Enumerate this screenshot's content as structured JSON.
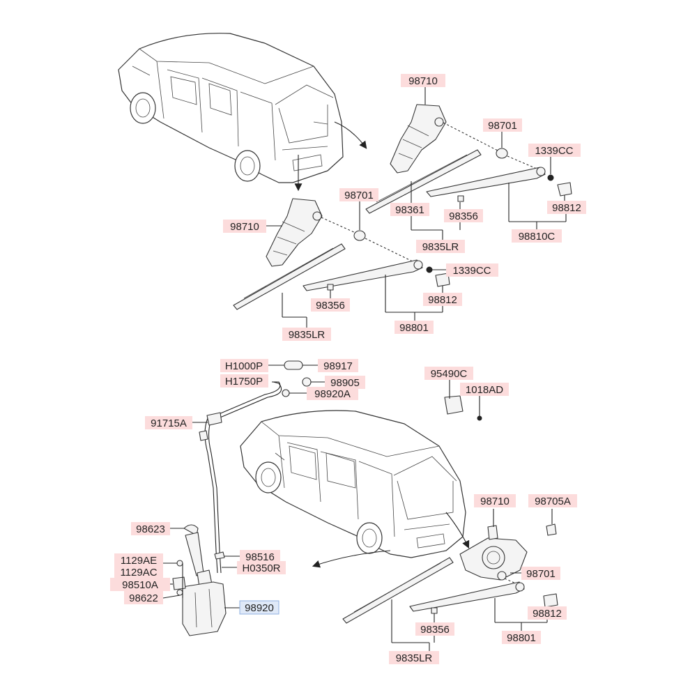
{
  "diagram": {
    "labels": {
      "top_motor": "98710",
      "top_cap": "98701",
      "top_nut": "1339CC",
      "top_blade": "98361",
      "top_clip": "98356",
      "top_blade_assy": "9835LR",
      "top_cover": "98812",
      "top_arm": "98810C",
      "mid_motor": "98710",
      "mid_cap": "98701",
      "mid_nut": "1339CC",
      "mid_cover": "98812",
      "mid_clip": "98356",
      "mid_arm": "98801",
      "mid_blade_assy": "9835LR",
      "hose_a": "H1000P",
      "hose_b": "H1750P",
      "nozzle": "98917",
      "nozzle_cap": "98905",
      "nozzle_joint": "98920A",
      "connector": "91715A",
      "relay": "95490C",
      "bolt": "1018AD",
      "filler_cap": "98623",
      "bolt_ae": "1129AE",
      "bolt_ac": "1129AC",
      "pump": "98510A",
      "grommet": "98622",
      "check_valve": "98516",
      "hose_c": "H0350R",
      "reservoir": "98920",
      "rear_motor": "98710",
      "rear_grommet": "98705A",
      "rear_cap": "98701",
      "rear_cover": "98812",
      "rear_arm": "98801",
      "rear_clip": "98356",
      "rear_blade_assy": "9835LR"
    },
    "selected": "reservoir",
    "colors": {
      "label_fill": "#fcdcdc",
      "selected_fill": "#dfe9f8",
      "line": "#222222"
    }
  }
}
